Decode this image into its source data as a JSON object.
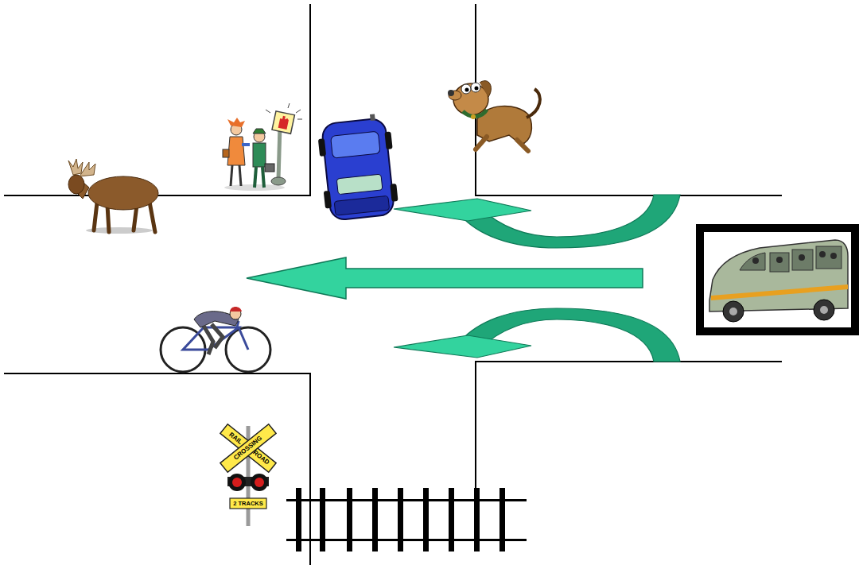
{
  "diagram": {
    "labels": [
      "RAIL",
      "CROSSING",
      "ROAD",
      "2 TRACKS"
    ]
  }
}
